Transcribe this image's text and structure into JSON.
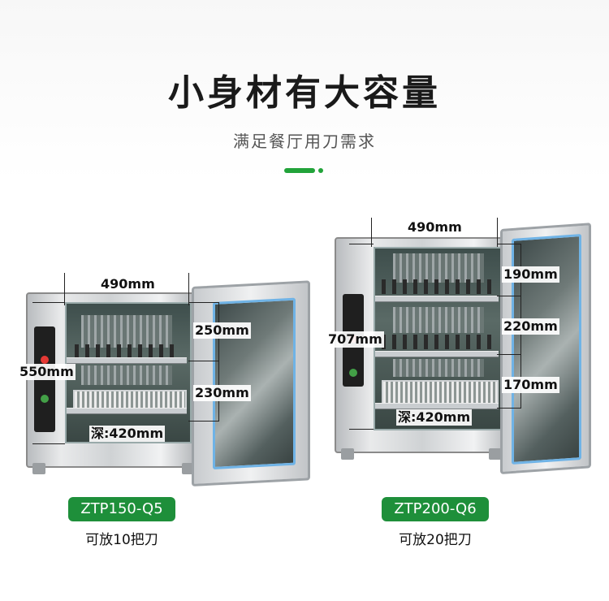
{
  "header": {
    "title": "小身材有大容量",
    "subtitle": "满足餐厅用刀需求"
  },
  "colors": {
    "accent": "#22a33a",
    "badge": "#1e8f3a",
    "door_trim": "#6fb3e6"
  },
  "products": [
    {
      "dims": {
        "width": "490mm",
        "height": "550mm",
        "upper_shelf": "250mm",
        "lower_shelf": "230mm",
        "depth": "深:420mm"
      },
      "model": "ZTP150-Q5",
      "capacity": "可放10把刀"
    },
    {
      "dims": {
        "width": "490mm",
        "height": "707mm",
        "shelf_1": "190mm",
        "shelf_2": "220mm",
        "shelf_3": "170mm",
        "depth": "深:420mm"
      },
      "model": "ZTP200-Q6",
      "capacity": "可放20把刀"
    }
  ]
}
